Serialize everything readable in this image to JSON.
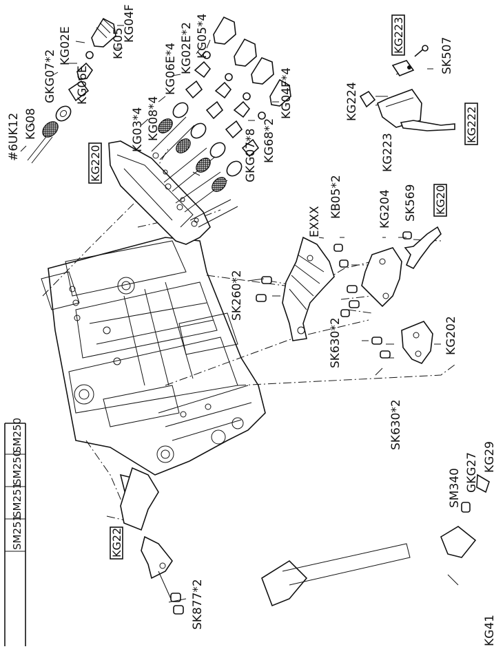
{
  "header_models": [
    "SM251",
    "SM251",
    "SM250",
    "SM250"
  ],
  "labels": {
    "kg04f": "KG04F",
    "kg05": "KG05",
    "kg02e": "KG02E",
    "kg06e": "KG06E",
    "kg07_2": "GKG07*2",
    "kg08": "KG08",
    "uk12": "#6UK12",
    "kg05_4": "KG05*4",
    "kg02e_2": "KG02E*2",
    "kg06e_4": "KG06E*4",
    "kg08_4": "KG08*4",
    "kg03_4": "KG03*4",
    "kg04f_4": "KG04F*4",
    "kg68_2": "KG68*2",
    "kg07_8": "GKG07*8",
    "kg220": "KG220",
    "sk507": "SK507",
    "kg223_box": "KG223",
    "kg224": "KG224",
    "kg223": "KG223",
    "kg222": "KG222",
    "exxx": "EXXX",
    "kb05_2": "KB05*2",
    "kg204": "KG204",
    "sk569": "SK569",
    "kg20": "KG20",
    "sk260_2": "SK260*2",
    "sk630_2a": "SK630*2",
    "kg202": "KG202",
    "sk630_2b": "SK630*2",
    "kg22": "KG22",
    "sk877_2": "SK877*2",
    "sm340": "SM340",
    "gkg27": "GKG27",
    "kg29": "KG29",
    "kg41": "KG41"
  }
}
